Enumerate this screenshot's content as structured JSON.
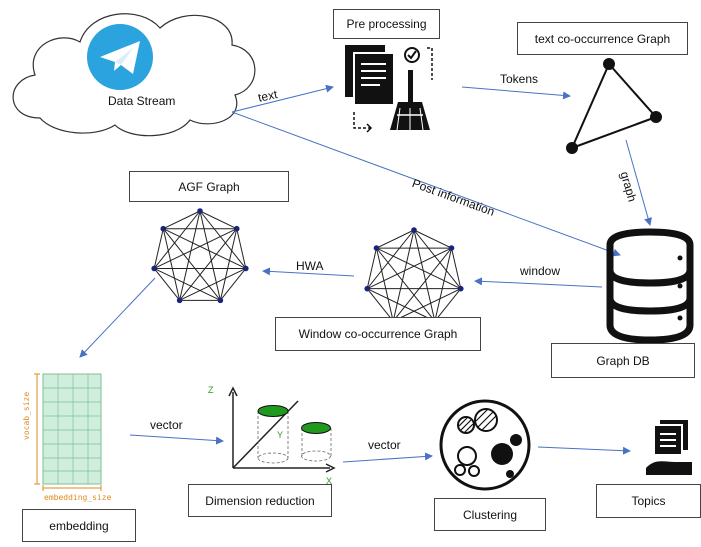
{
  "labels": {
    "data_stream": "Data Stream",
    "pre_processing": "Pre processing",
    "text_cooccurrence_graph": "text co-occurrence Graph",
    "agf_graph": "AGF Graph",
    "window_cooccurrence_graph": "Window co-occurrence Graph",
    "graph_db": "Graph DB",
    "embedding": "embedding",
    "dimension_reduction": "Dimension reduction",
    "clustering": "Clustering",
    "topics": "Topics"
  },
  "edge_labels": {
    "text": "text",
    "tokens": "Tokens",
    "post_information": "Post information",
    "graph": "graph",
    "window": "window",
    "hwa": "HWA",
    "vector1": "vector",
    "vector2": "vector"
  },
  "axis_labels": {
    "x": "X",
    "y": "Y",
    "z": "Z"
  },
  "matrix_labels": {
    "vocab_size": "vocab_size",
    "embedding_size": "embedding_size"
  },
  "colors": {
    "arrow": "#4a72c4",
    "telegram": "#2aa3df",
    "node": "#1a237e",
    "cylinder": "#1f9a1f",
    "axis_y": "#2a9a2a",
    "axis_z": "#2a9a2a",
    "matrix": "#b7dfc4",
    "orange": "#e08a1e"
  }
}
